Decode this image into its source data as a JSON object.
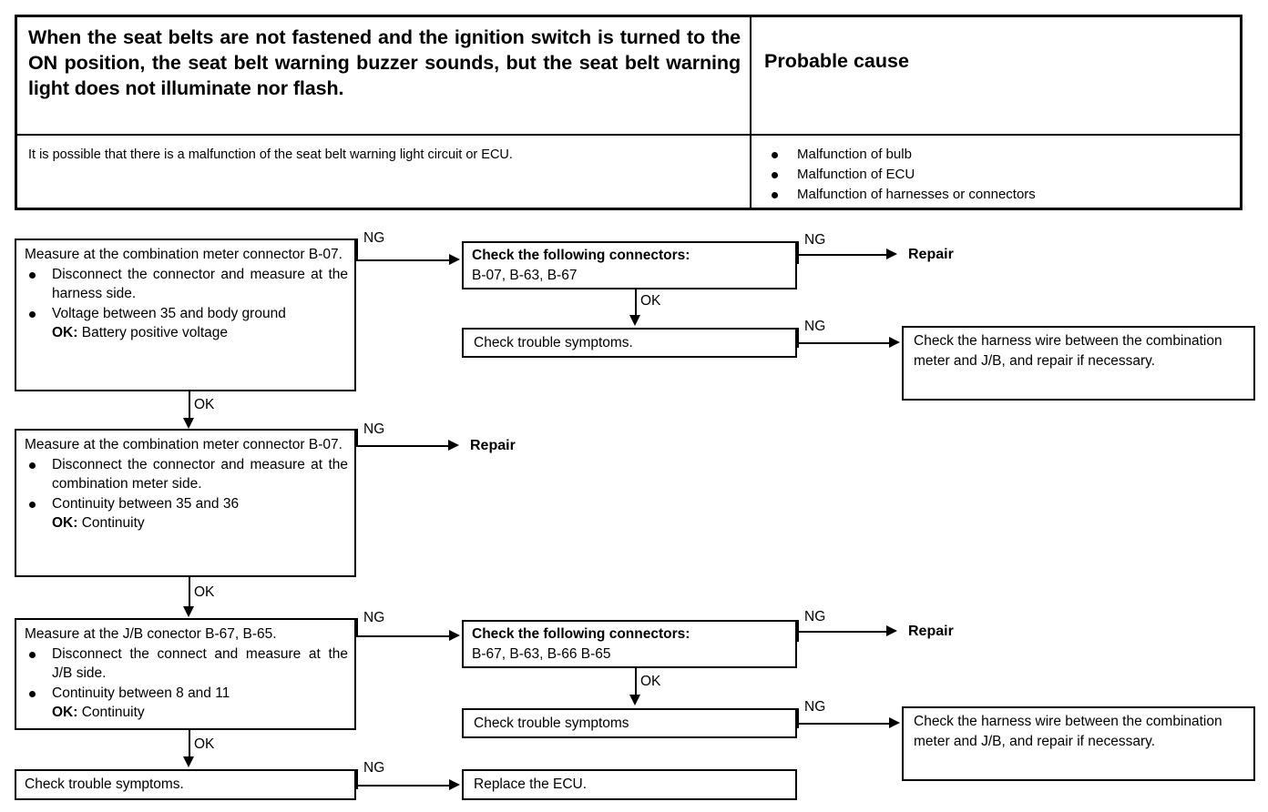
{
  "symptom_table": {
    "symptom_title": "When the seat belts are not fastened and the ignition switch is turned to the ON position, the seat belt warning buzzer sounds, but the seat belt warning light does not illuminate nor flash.",
    "cause_header": "Probable cause",
    "symptom_note": "It is possible that there is a malfunction of the seat belt warning light circuit or ECU.",
    "causes": [
      "Malfunction of bulb",
      "Malfunction of ECU",
      "Malfunction of harnesses or connectors"
    ]
  },
  "flow": {
    "step1": {
      "heading": "Measure at the combination meter connector B-07.",
      "bullets": [
        "Disconnect the connector and measure at the harness side.",
        "Voltage between 35 and body ground"
      ],
      "ok_line_label": "OK:",
      "ok_line_value": "Battery positive voltage"
    },
    "step2": {
      "heading": "Measure at the combination meter connector B-07.",
      "bullets": [
        "Disconnect the connector and measure at the combination meter side.",
        "Continuity between 35 and 36"
      ],
      "ok_line_label": "OK:",
      "ok_line_value": "Continuity"
    },
    "step3": {
      "heading": "Measure at the J/B conector B-67, B-65.",
      "bullets": [
        "Disconnect the connect and measure at the J/B side.",
        "Continuity between 8 and 11"
      ],
      "ok_line_label": "OK:",
      "ok_line_value": "Continuity"
    },
    "connectors1": {
      "heading": "Check the following connectors:",
      "list": "B-07, B-63, B-67"
    },
    "connectors2": {
      "heading": "Check the following connectors:",
      "list": "B-67, B-63, B-66 B-65"
    },
    "trouble1": "Check trouble symptoms.",
    "trouble2": "Check trouble symptoms",
    "trouble3": "Check trouble symptoms.",
    "harness1": "Check the harness wire between the combination meter and J/B, and repair if necessary.",
    "harness2": "Check the harness wire between the combination meter and J/B, and repair if necessary.",
    "replace_ecu": "Replace the ECU.",
    "repair1": "Repair",
    "repair2": "Repair",
    "repair3": "Repair",
    "labels": {
      "ng": "NG",
      "ok": "OK"
    }
  }
}
